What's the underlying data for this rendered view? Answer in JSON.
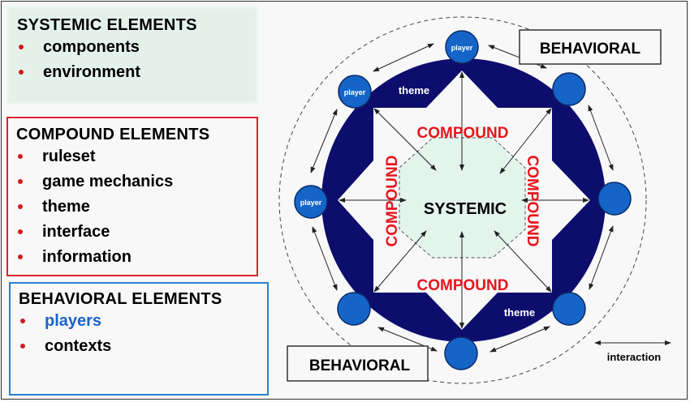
{
  "legend": {
    "systemic": {
      "title": "SYSTEMIC ELEMENTS",
      "items": [
        "components",
        "environment"
      ]
    },
    "compound": {
      "title": "COMPOUND ELEMENTS",
      "items": [
        "ruleset",
        "game mechanics",
        "theme",
        "interface",
        "information"
      ]
    },
    "behavioral": {
      "title": "BEHAVIORAL ELEMENTS",
      "items": [
        "players",
        "contexts"
      ]
    }
  },
  "diagram": {
    "center_label": "SYSTEMIC",
    "compound_label": "COMPOUND",
    "theme_label": "theme",
    "player_label": "player",
    "behavioral_label": "BEHAVIORAL",
    "interaction_label": "interaction"
  },
  "colors": {
    "ring": "#0d0d6e",
    "player": "#1565c8",
    "systemic_fill": "#e3f4ec",
    "compound_text": "#e8141c",
    "bullet": "#d41a1a",
    "players_text": "#1a64c8"
  }
}
